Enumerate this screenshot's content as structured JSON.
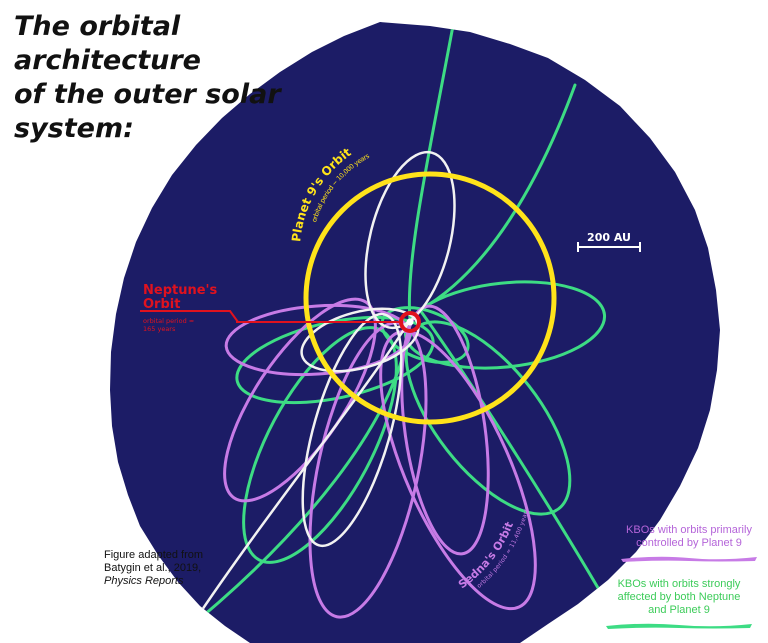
{
  "title": {
    "line1": "The orbital architecture",
    "line2": "of the outer solar",
    "line3": "system:"
  },
  "scale_bar": {
    "label": "200 AU"
  },
  "planet9": {
    "label": "Planet 9's Orbit",
    "period": "orbital period ~ 10,000 years",
    "color": "#ffe31a"
  },
  "neptune": {
    "label_line1": "Neptune's",
    "label_line2": "Orbit",
    "period_line1": "orbital period ≈",
    "period_line2": "165 years",
    "color": "#e0121e"
  },
  "sedna": {
    "label": "Sedna's Orbit",
    "period": "orbital period ≈ 11,400 years"
  },
  "credit": {
    "line1": "Figure adapted from",
    "line2": "Batygin et al., 2019,",
    "line3": "Physics Reports"
  },
  "legend": {
    "planet9_line1": "KBOs with orbits primarily",
    "planet9_line2": "controlled by Planet 9",
    "both_line1": "KBOs with orbits strongly",
    "both_line2": "affected by both Neptune",
    "both_line3": "and Planet 9"
  },
  "colors": {
    "background": "#1c1c66",
    "planet9_kbo": "#c77be6",
    "both_kbo": "#3ddc84",
    "unclassified_orbit": "#f2f2f2",
    "sun": "#ffffff"
  }
}
